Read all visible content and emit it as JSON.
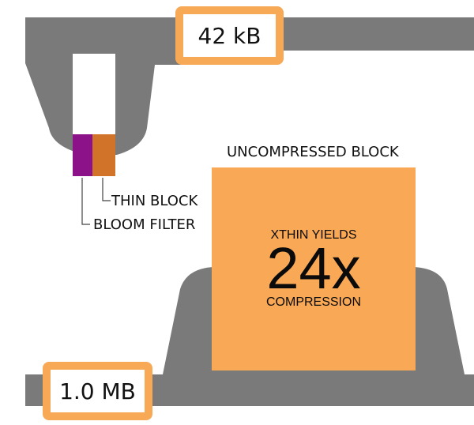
{
  "colors": {
    "channel_gray": "#7a7a7a",
    "label_border_orange": "#f7a956",
    "uncompressed_block_orange": "#f9a855",
    "bloom_filter_purple": "#8b1288",
    "thin_block_orange": "#d2732a"
  },
  "top_size_label": "42 kB",
  "bottom_size_label": "1.0 MB",
  "uncompressed_block_title": "UNCOMPRESSED BLOCK",
  "thin_block_label": "THIN BLOCK",
  "bloom_filter_label": "BLOOM FILTER",
  "block_text": {
    "line1": "XTHIN YIELDS",
    "ratio": "24x",
    "line2": "COMPRESSION"
  }
}
